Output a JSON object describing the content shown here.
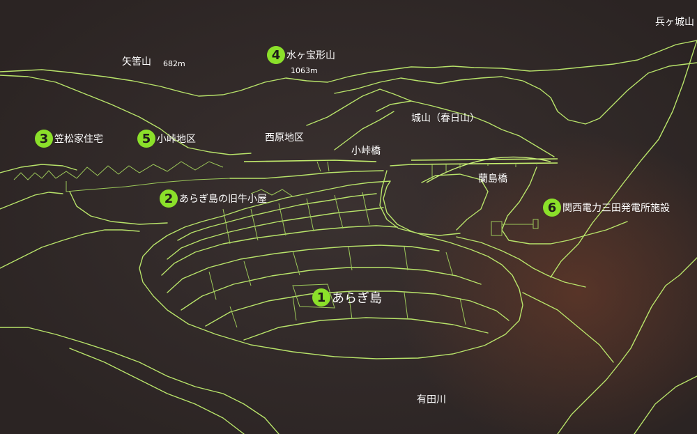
{
  "labels": {
    "yahazuyama": "矢筈山",
    "yahazuyama_elev": "682m",
    "mizugahogyo_elev": "1063m",
    "hyogojoyama": "兵ヶ城山",
    "nishihara": "西原地区",
    "shiroyama": "城山（春日山）",
    "kotaoge_bridge": "小峠橋",
    "ranto_bridge": "蘭島橋",
    "aridagawa": "有田川"
  },
  "markers": [
    {
      "num": "1",
      "text": "あらぎ島"
    },
    {
      "num": "2",
      "text": "あらぎ島の旧牛小屋"
    },
    {
      "num": "3",
      "text": "笠松家住宅"
    },
    {
      "num": "4",
      "text": "水ヶ宝形山"
    },
    {
      "num": "5",
      "text": "小峠地区"
    },
    {
      "num": "6",
      "text": "関西電力三田発電所施設"
    }
  ],
  "colors": {
    "background": "#2b2423",
    "line": "#b8e36a",
    "badge": "#8be02a",
    "text": "#ffffff"
  }
}
